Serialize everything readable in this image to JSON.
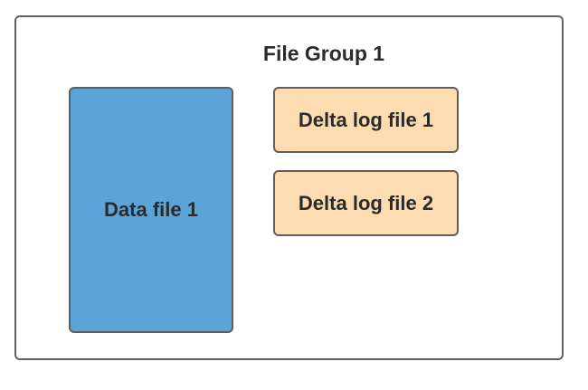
{
  "file_group": {
    "title": "File Group 1"
  },
  "data_file": {
    "label": "Data file 1",
    "color": "#5aa4d8"
  },
  "delta_logs": [
    {
      "label": "Delta log file 1",
      "color": "#fcdcb0"
    },
    {
      "label": "Delta log file 2",
      "color": "#fcdcb0"
    }
  ]
}
